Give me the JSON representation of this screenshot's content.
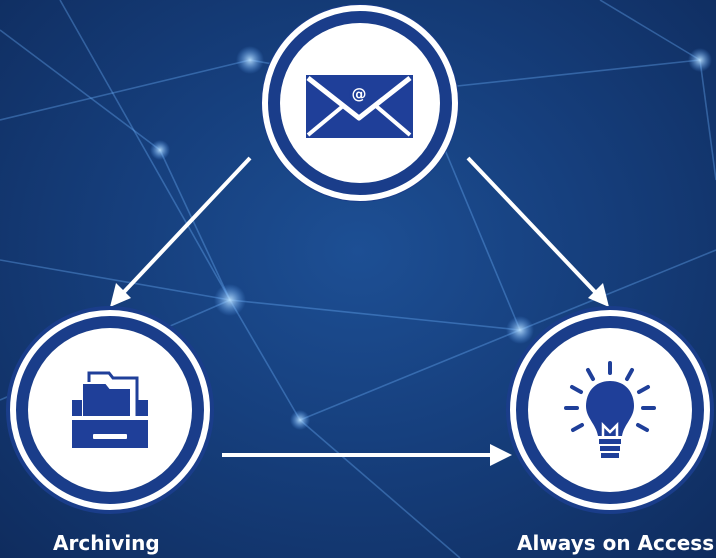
{
  "nodes": {
    "email": {
      "icon": "email-icon"
    },
    "archiving": {
      "label": "Archiving",
      "icon": "folder-drawer-icon"
    },
    "access": {
      "label": "Always on Access",
      "icon": "lightbulb-icon"
    }
  },
  "edges": [
    {
      "from": "email",
      "to": "archiving"
    },
    {
      "from": "email",
      "to": "access"
    },
    {
      "from": "archiving",
      "to": "access"
    }
  ],
  "colors": {
    "background": "#163f7d",
    "node_ring": "#ffffff",
    "node_fill": "#1a3d8a",
    "icon_blue": "#1f3f99",
    "arrow": "#ffffff"
  }
}
